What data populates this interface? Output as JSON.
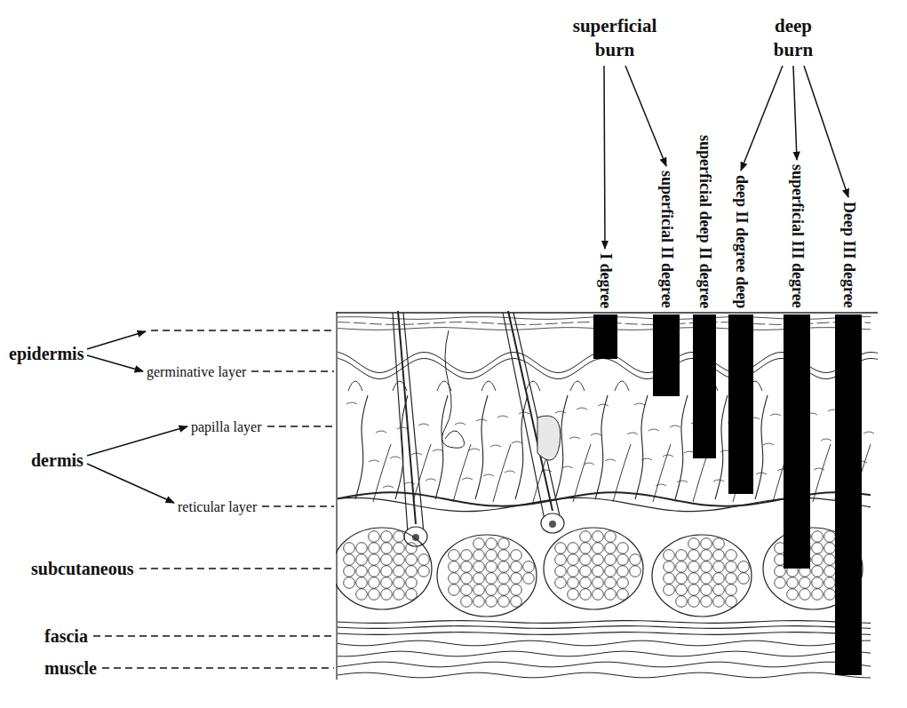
{
  "diagram": {
    "labels": [
      "superficial burn",
      "deep burn",
      "I degree",
      "superficial II degree",
      "superficial deep II degree",
      "deep II degree deep",
      "superficial III degree",
      "Deep III degree",
      "epidermis",
      "germinative layer",
      "dermis",
      "papilla layer",
      "reticular layer",
      "subcutaneous",
      "fascia",
      "muscle"
    ]
  }
}
